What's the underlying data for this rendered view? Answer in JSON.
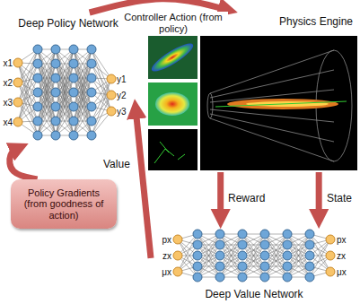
{
  "diagram": {
    "nodes": [
      {
        "text": [
          "Deep Policy Network"
        ]
      },
      {
        "text": [
          "Physics Engine"
        ]
      },
      {
        "text": [
          "Deep Value Network"
        ]
      },
      {
        "text": [
          "Policy Gradients (from goodness of action)"
        ]
      }
    ],
    "edges": [
      {
        "from": 0,
        "to": 1,
        "label": "Controller Action (from policy)",
        "arrow": "to"
      },
      {
        "from": 1,
        "to": 2,
        "label": "Reward",
        "arrow": "to"
      },
      {
        "from": 1,
        "to": 2,
        "label": "State",
        "arrow": "to"
      },
      {
        "from": 2,
        "to": 0,
        "label": "Value",
        "arrow": "to"
      },
      {
        "from": 3,
        "to": 0,
        "arrow": "to"
      }
    ],
    "labels": [
      "x1",
      "x2",
      "x3",
      "x4",
      "y1",
      "y2",
      "y3",
      "px",
      "zx",
      "μx",
      "px",
      "zx",
      "μx"
    ]
  }
}
